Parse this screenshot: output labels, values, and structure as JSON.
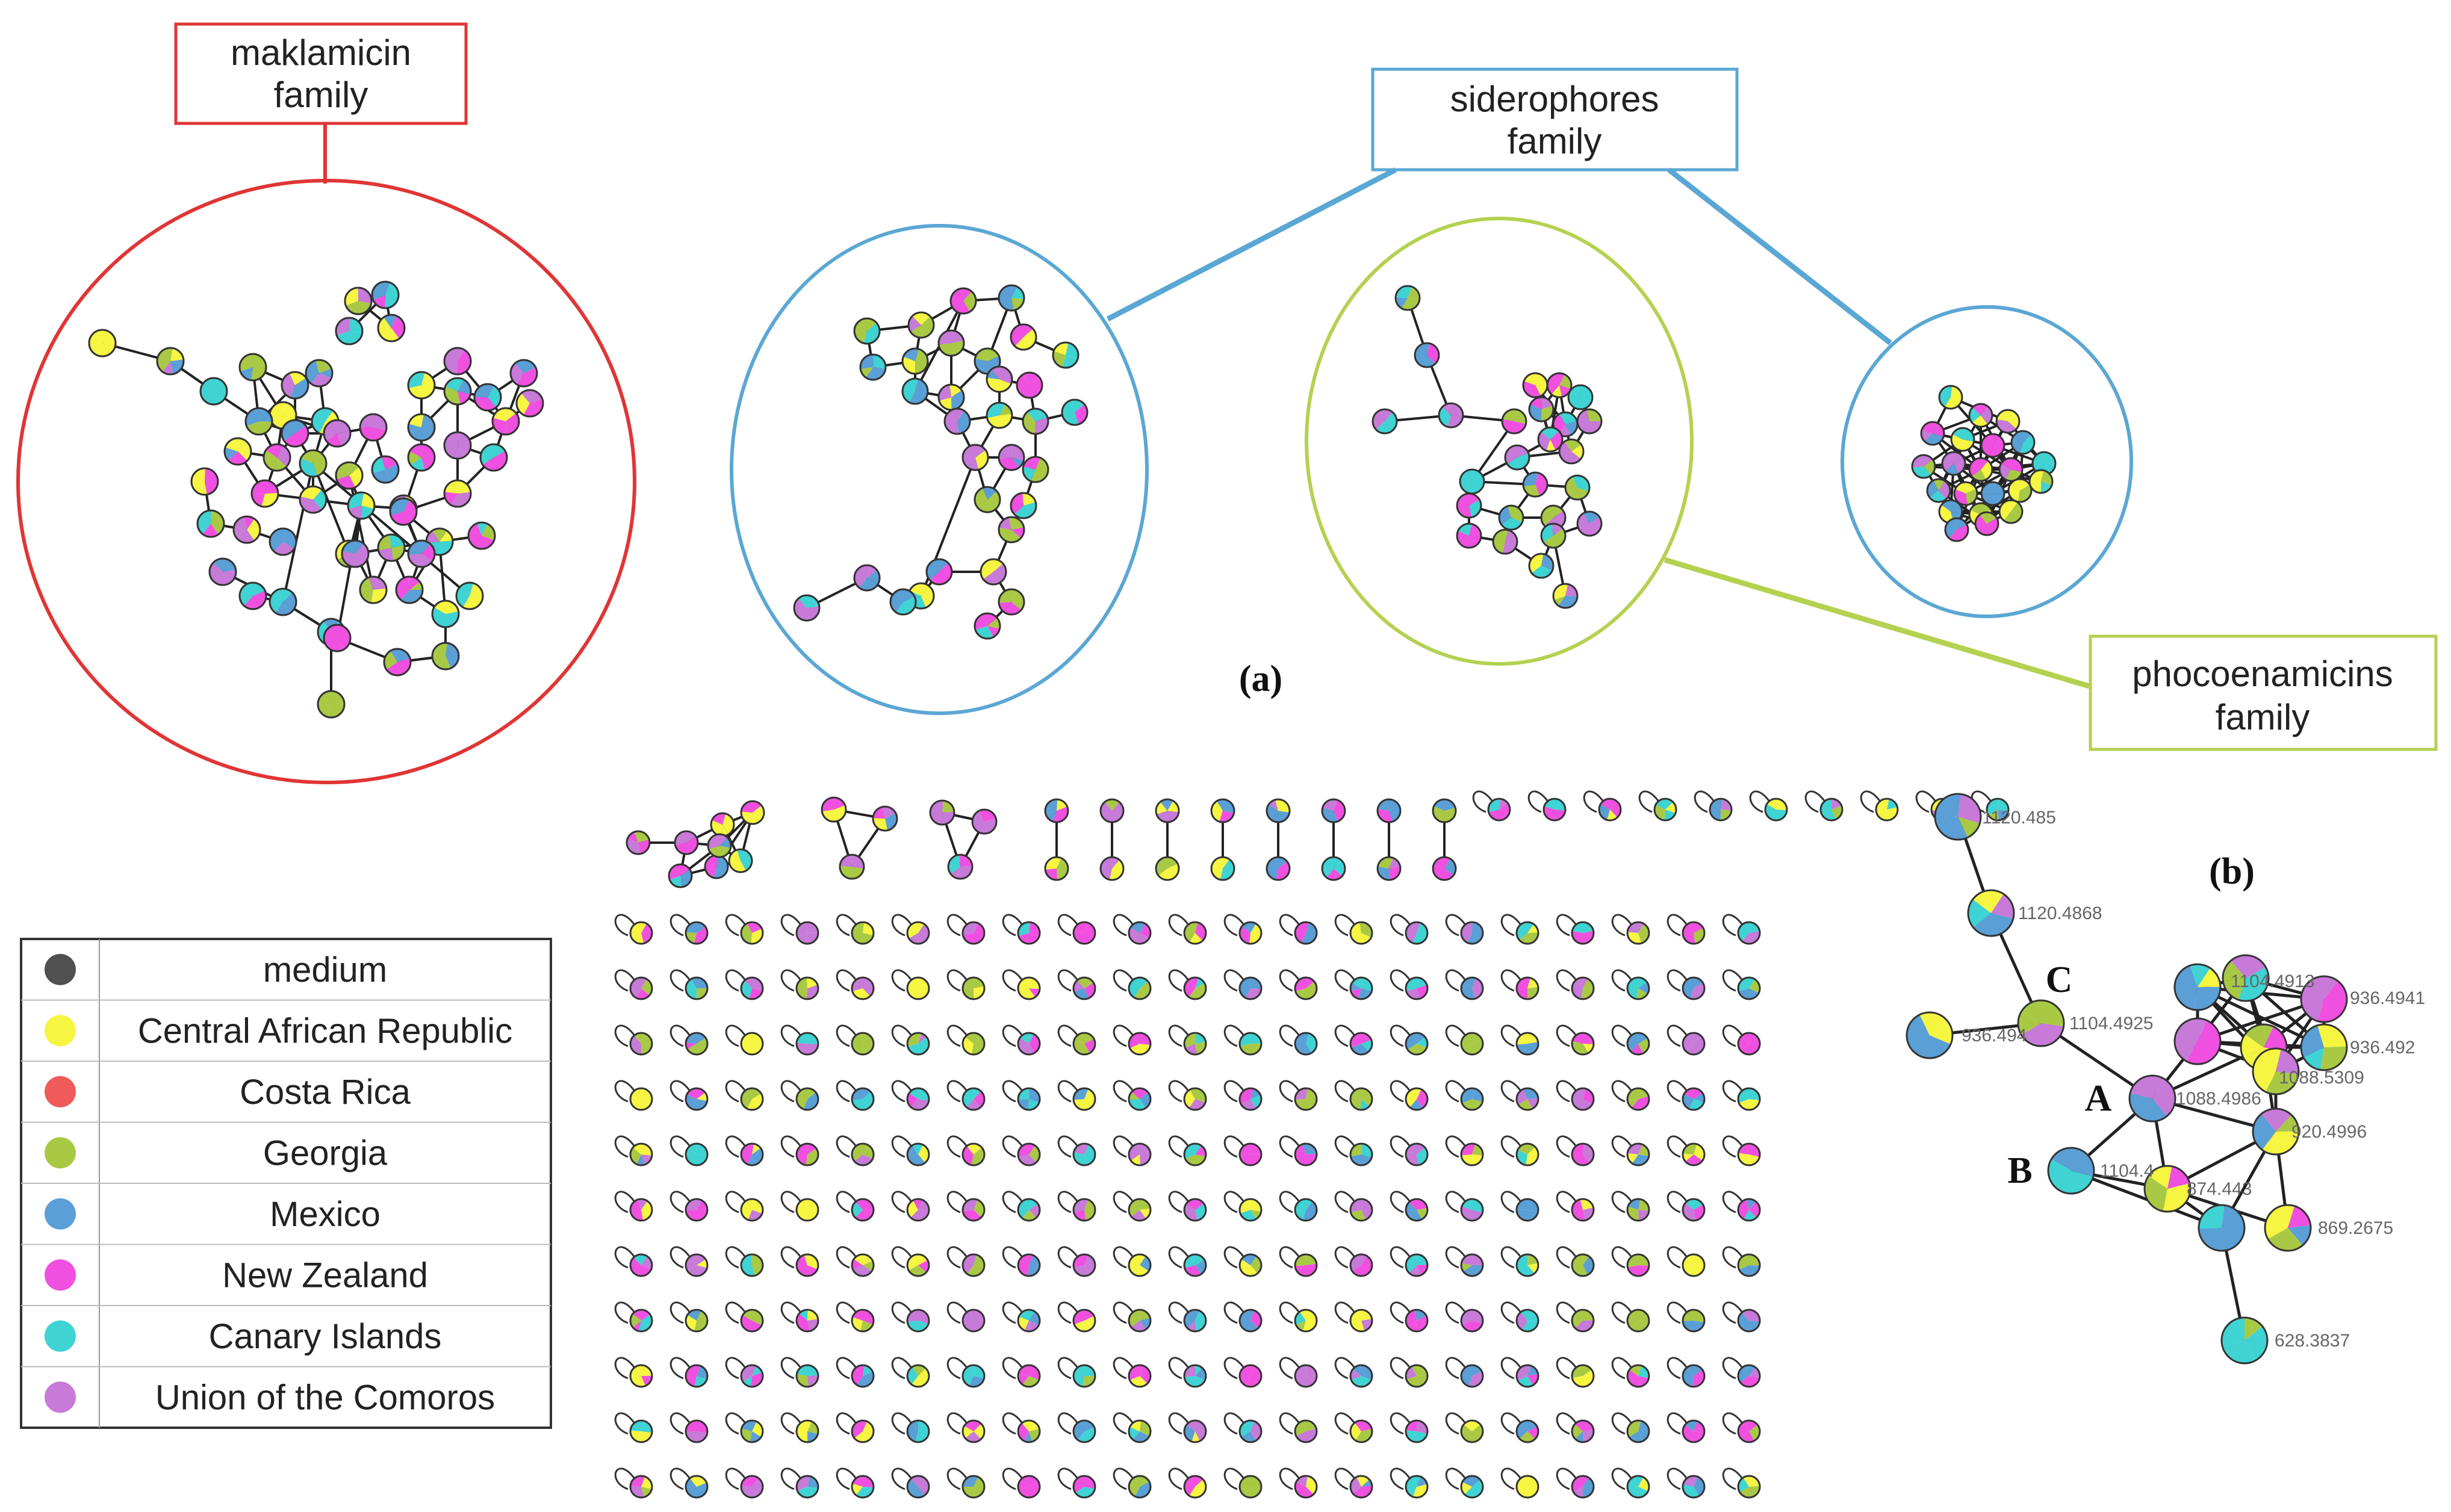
{
  "colors": {
    "medium": "#505050",
    "central_african_republic": "#f5f542",
    "costa_rica": "#f05a5a",
    "georgia": "#a9c944",
    "mexico": "#5a9fd6",
    "new_zealand": "#f050e0",
    "canary_islands": "#3fd3d3",
    "union_of_the_comoros": "#c77ad8",
    "maklamicin_frame": "#e03535",
    "siderophores_frame": "#5aa7d4",
    "phocoenamicins_frame": "#b4d150",
    "edge": "#222222",
    "node_outline": "#333333"
  },
  "family_labels": {
    "maklamicin": "maklamicin family",
    "siderophores": "siderophores family",
    "phocoenamicins": "phocoenamicins family"
  },
  "panel_labels": {
    "a": "(a)",
    "b": "(b)"
  },
  "legend": [
    {
      "label": "medium",
      "color": "#505050"
    },
    {
      "label": "Central African Republic",
      "color": "#f5f542"
    },
    {
      "label": "Costa Rica",
      "color": "#f05a5a"
    },
    {
      "label": "Georgia",
      "color": "#a9c944"
    },
    {
      "label": "Mexico",
      "color": "#5a9fd6"
    },
    {
      "label": "New Zealand",
      "color": "#f050e0"
    },
    {
      "label": "Canary Islands",
      "color": "#3fd3d3"
    },
    {
      "label": "Union of the Comoros",
      "color": "#c77ad8"
    }
  ],
  "panel_b": {
    "node_labels": [
      "1120.485",
      "1120.4868",
      "1104.4925",
      "936.494",
      "1104.4913",
      "936.4941",
      "936.492",
      "1088.4986",
      "1088.5309",
      "920.4996",
      "1104.4",
      "874.443",
      "869.2675",
      "628.3837"
    ],
    "letters": [
      "A",
      "B",
      "C"
    ]
  }
}
